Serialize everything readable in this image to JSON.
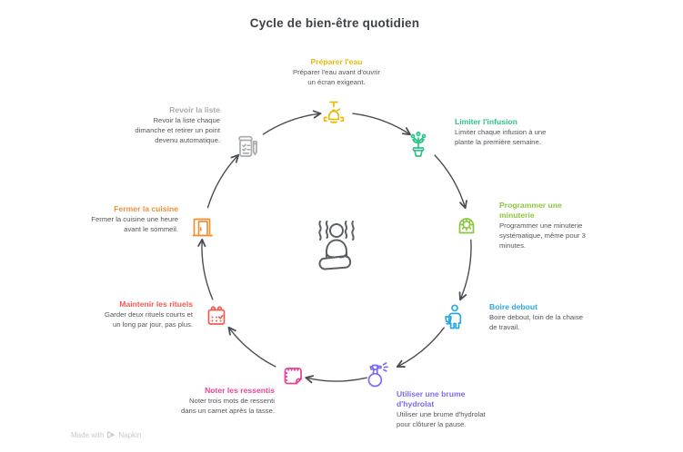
{
  "title": "Cycle de bien-être quotidien",
  "diagram_type": "cycle",
  "colors": {
    "title": "#3E4145",
    "description_text": "#53565A",
    "arrow": "#4A4D52",
    "center_icon": "#5B5E63",
    "footer": "#C6C9CC"
  },
  "nodes": [
    {
      "id": "preparer-eau",
      "label": "Préparer l'eau",
      "desc": "Préparer l'eau avant d'ouvrir\nun écran exigeant.",
      "color": "#E7BC0E",
      "icon": "kettle-faucet-icon",
      "position": "top"
    },
    {
      "id": "limiter-infusion",
      "label": "Limiter l'infusion",
      "desc": "Limiter chaque infusion à une\nplante la première semaine.",
      "color": "#2BC487",
      "icon": "potted-plant-icon",
      "position": "top-right"
    },
    {
      "id": "programmer-minuterie",
      "label": "Programmer une\nminuterie",
      "desc": "Programmer une minuterie\nsystématique, même pour 3\nminutes.",
      "color": "#8CC63E",
      "icon": "timer-icon",
      "position": "right"
    },
    {
      "id": "boire-debout",
      "label": "Boire debout",
      "desc": "Boire debout, loin de la chaise\nde travail.",
      "color": "#29A9E1",
      "icon": "standing-person-icon",
      "position": "bottom-right"
    },
    {
      "id": "brume-hydrolat",
      "label": "Utiliser une brume\nd'hydrolat",
      "desc": "Utiliser une brume d'hydrolat\npour clôturer la pause.",
      "color": "#7A6BEE",
      "icon": "spray-bottle-icon",
      "position": "bottom"
    },
    {
      "id": "noter-ressentis",
      "label": "Noter les ressentis",
      "desc": "Noter trois mots de ressenti\ndans un carnet après la tasse.",
      "color": "#EE3F97",
      "icon": "notebook-icon",
      "position": "bottom-left"
    },
    {
      "id": "maintenir-rituels",
      "label": "Maintenir les rituels",
      "desc": "Garder deux rituels courts et\nun long par jour, pas plus.",
      "color": "#F05B50",
      "icon": "calendar-icon",
      "position": "left"
    },
    {
      "id": "fermer-cuisine",
      "label": "Fermer la cuisine",
      "desc": "Fermer la cuisine une heure\navant le sommeil.",
      "color": "#EE8F35",
      "icon": "door-icon",
      "position": "upper-left"
    },
    {
      "id": "revoir-liste",
      "label": "Revoir la liste",
      "desc": "Revoir la liste chaque\ndimanche et retirer un point\ndevenu automatique.",
      "color": "#A9ABAD",
      "icon": "notepad-pen-icon",
      "position": "top-left"
    }
  ],
  "center": {
    "icon": "meditating-person-icon"
  },
  "footer": {
    "made_with": "Made with",
    "brand": "Napkin",
    "logo_icon": "napkin-logo-icon"
  }
}
